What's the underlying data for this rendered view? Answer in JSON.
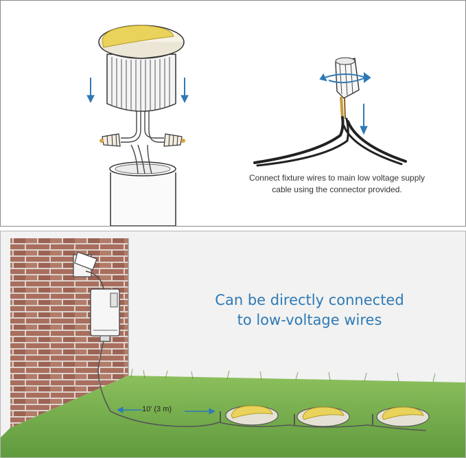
{
  "top_panel": {
    "caption_line1": "Connect fixture wires to main low voltage supply",
    "caption_line2": "cable using the connector provided."
  },
  "bottom_panel": {
    "headline_line1": "Can be directly connected",
    "headline_line2": "to low-voltage wires",
    "distance_label": "10' (3 m)"
  },
  "colors": {
    "arrow_blue": "#2f79b5",
    "lens_yellow": "#e9d35a",
    "grass_green": "#6fa84a",
    "brick_red": "#9e5a48"
  }
}
